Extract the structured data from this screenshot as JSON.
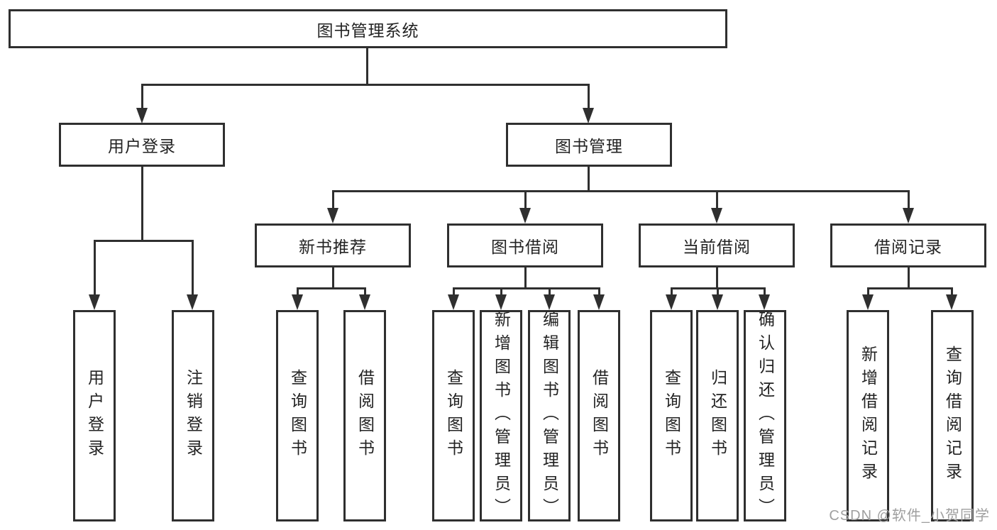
{
  "tree": {
    "label": "图书管理系统",
    "children": [
      {
        "label": "用户登录",
        "children": [
          {
            "label": "用户登录"
          },
          {
            "label": "注销登录"
          }
        ]
      },
      {
        "label": "图书管理",
        "children": [
          {
            "label": "新书推荐",
            "children": [
              {
                "label": "查询图书"
              },
              {
                "label": "借阅图书"
              }
            ]
          },
          {
            "label": "图书借阅",
            "children": [
              {
                "label": "查询图书"
              },
              {
                "label": "新增图书（管理员）"
              },
              {
                "label": "编辑图书（管理员）"
              },
              {
                "label": "借阅图书"
              }
            ]
          },
          {
            "label": "当前借阅",
            "children": [
              {
                "label": "查询图书"
              },
              {
                "label": "归还图书"
              },
              {
                "label": "确认归还（管理员）"
              }
            ]
          },
          {
            "label": "借阅记录",
            "children": [
              {
                "label": "新增借阅记录"
              },
              {
                "label": "查询借阅记录"
              }
            ]
          }
        ]
      }
    ]
  },
  "watermark": {
    "text": "CSDN @软件_小贺同学",
    "color": "#9f9f9f"
  },
  "colors": {
    "line": "#2f2f2f",
    "text": "#232323",
    "background": "#ffffff"
  }
}
